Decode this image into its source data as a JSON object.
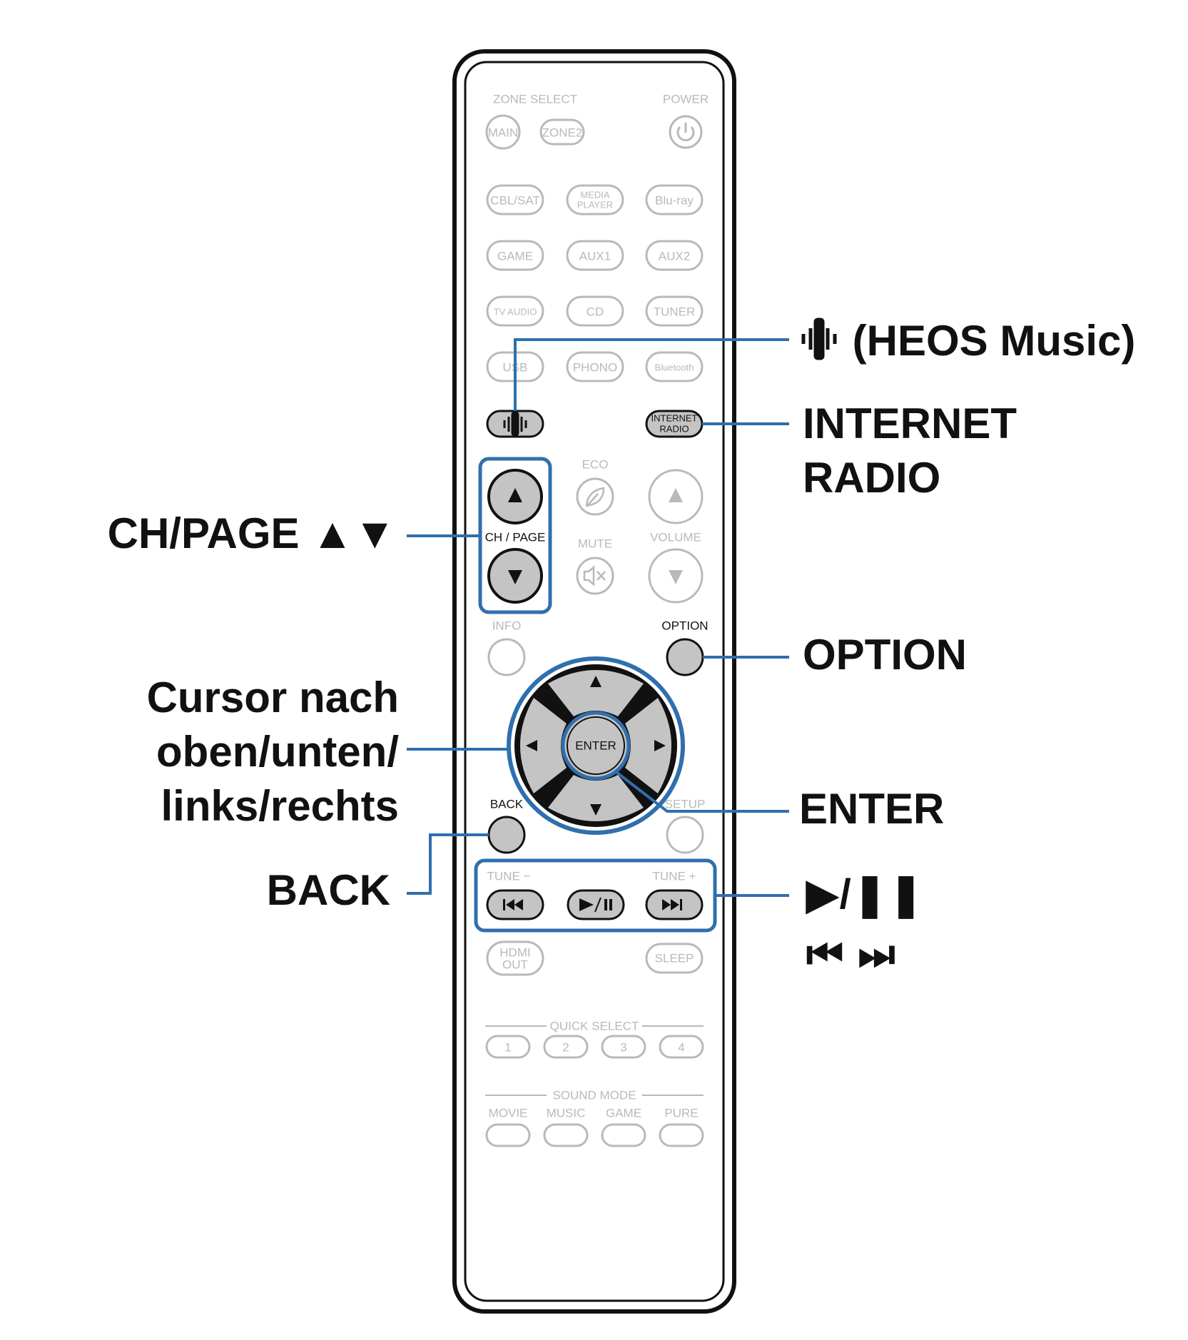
{
  "colors": {
    "outline": "#111111",
    "inactive": "#b9b9b9",
    "active_fill": "#c4c4c4",
    "highlight": "#2f6fae"
  },
  "remote": {
    "zone_select_label": "ZONE SELECT",
    "power_label": "POWER",
    "main_label": "MAIN",
    "zone2_label": "ZONE2",
    "source_rows": [
      [
        "CBL/SAT",
        "MEDIA PLAYER",
        "Blu-ray"
      ],
      [
        "GAME",
        "AUX1",
        "AUX2"
      ],
      [
        "TV AUDIO",
        "CD",
        "TUNER"
      ],
      [
        "USB",
        "PHONO",
        "Bluetooth"
      ]
    ],
    "internet_radio_label": "INTERNET RADIO",
    "eco_label": "ECO",
    "ch_page_label": "CH / PAGE",
    "mute_label": "MUTE",
    "volume_label": "VOLUME",
    "info_label": "INFO",
    "option_label": "OPTION",
    "enter_label": "ENTER",
    "back_label": "BACK",
    "setup_label": "SETUP",
    "tune_minus_label": "TUNE −",
    "tune_plus_label": "TUNE +",
    "hdmi_out_label": "HDMI OUT",
    "sleep_label": "SLEEP",
    "quick_select_label": "QUICK SELECT",
    "quick_select_buttons": [
      "1",
      "2",
      "3",
      "4"
    ],
    "sound_mode_label": "SOUND MODE",
    "sound_mode_buttons": [
      "MOVIE",
      "MUSIC",
      "GAME",
      "PURE"
    ]
  },
  "callouts": {
    "heos": "(HEOS Music)",
    "internet_radio_line1": "INTERNET",
    "internet_radio_line2": "RADIO",
    "ch_page": "CH/PAGE ▲▼",
    "option": "OPTION",
    "cursor_line1": "Cursor nach",
    "cursor_line2": "oben/unten/",
    "cursor_line3": "links/rechts",
    "enter": "ENTER",
    "back": "BACK",
    "play_pause": "▶/❚❚",
    "skip": "⏮ ⏭"
  }
}
